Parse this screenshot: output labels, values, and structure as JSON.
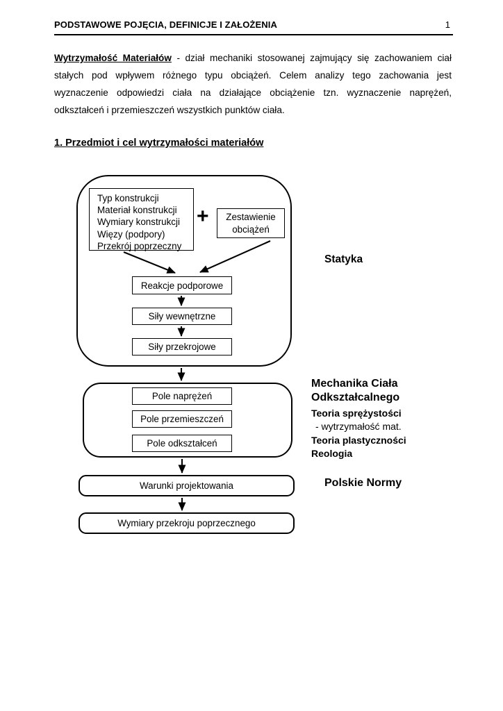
{
  "header": {
    "title": "PODSTAWOWE POJĘCIA, DEFINICJE I ZAŁOŻENIA",
    "page_number": "1"
  },
  "intro": {
    "lead": "Wytrzymałość Materiałów",
    "body": " - dział mechaniki stosowanej zajmujący się zachowaniem ciał stałych pod wpływem różnego typu obciążeń. Celem analizy tego zachowania jest wyznaczenie odpowiedzi ciała na działające obciążenie tzn. wyznaczenie naprężeń, odkształceń i przemieszczeń wszystkich punktów ciała."
  },
  "section_heading": "1. Przedmiot i cel wytrzymałości materiałów",
  "diagram": {
    "inputs_box": {
      "lines": [
        "Typ konstrukcji",
        "Materiał konstrukcji",
        "Wymiary konstrukcji",
        "Więzy (podpory)",
        "Przekrój poprzeczny"
      ]
    },
    "plus_sign": "+",
    "loads_box": {
      "lines": [
        "Zestawienie",
        "obciążeń"
      ]
    },
    "statics_flow": [
      "Reakcje podporowe",
      "Siły wewnętrzne",
      "Siły przekrojowe"
    ],
    "fields_flow": [
      "Pole naprężeń",
      "Pole przemieszczeń",
      "Pole odkształceń"
    ],
    "design_box": "Warunki projektowania",
    "dimensions_box": "Wymiary przekroju poprzecznego",
    "labels": {
      "statics": "Statyka",
      "mechanics_line1": "Mechanika Ciała",
      "mechanics_line2": "Odkształcalnego",
      "elasticity": "Teoria sprężystości",
      "strength_note": "- wytrzymałość mat.",
      "plasticity": "Teoria plastyczności",
      "rheology": "Reologia",
      "norms": "Polskie Normy"
    }
  },
  "colors": {
    "ink": "#000000",
    "paper": "#ffffff"
  }
}
